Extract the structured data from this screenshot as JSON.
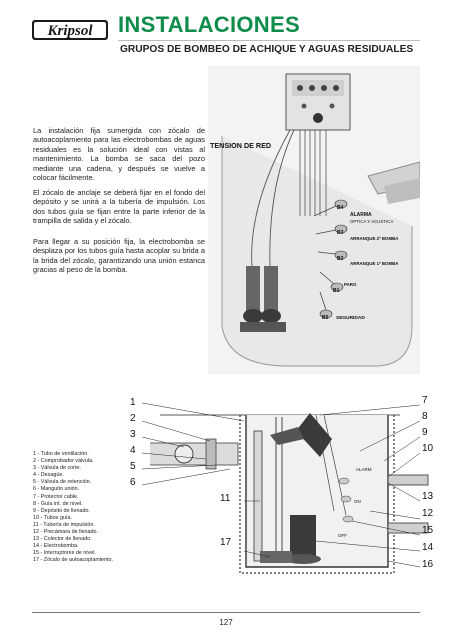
{
  "brand": {
    "logo_text": "Kripsol"
  },
  "header": {
    "title": "INSTALACIONES",
    "subtitle": "GRUPOS DE BOMBEO DE ACHIQUE Y AGUAS RESIDUALES"
  },
  "body": {
    "paragraphs": [
      "La instalación fija sumergida con zócalo de autoacoplamiento para las electrobombas de aguas residuales es la solución ideal con vistas al mantenimiento. La bomba se saca del pozo mediante una cadena, y después se vuelve a colocar fácilmente.",
      "El zócalo de anclaje se deberá fijar en el fondo del depósito y se unirá a la tubería de impulsión. Los dos tubos guía se fijan entre la parte inferior de la trampilla de salida y el zócalo.",
      "Para llegar a su posición fija, la electrobomba se desplaza por los tubos guía hasta acoplar su brida a la brida del zócalo, garantizando una unión estanca gracias al peso de la bomba."
    ]
  },
  "photo": {
    "labels": {
      "tension": "TENSION DE RED",
      "alarma": "ALARMA",
      "alarma_sub": "OPTICA Y ACUSTICA",
      "arr2": "ARRANQUE 2ª BOMBA",
      "arr1": "ARRANQUE 1ª BOMBA",
      "paro": "PARO",
      "seguridad": "SEGURIDAD",
      "b4": "B4",
      "b3": "B3",
      "b2": "B2",
      "b1": "B1",
      "b5": "B5"
    }
  },
  "legend": {
    "items": [
      "1 - Tubo de ventilación.",
      "2 - Comprobador válvula.",
      "3 - Válvula de corte.",
      "4 - Desagüe.",
      "5 - Válvula de retención.",
      "6 - Manguito unión.",
      "7 - Protector cable.",
      "8 - Guía int. de nivel.",
      "9 - Depósito de llenado.",
      "10 - Tubos guía.",
      "11 - Tubería de impulsión.",
      "12 - Precámara de llenado.",
      "13 - Colector de llenado.",
      "14 - Electrobomba.",
      "15 - Interruptores de nivel.",
      "17 - Zócalo de autoacoplamiento."
    ]
  },
  "diagram": {
    "numbers_left": [
      "1",
      "2",
      "3",
      "4",
      "5",
      "6",
      "11",
      "17"
    ],
    "numbers_right": [
      "7",
      "8",
      "9",
      "10",
      "13",
      "12",
      "15",
      "14",
      "16"
    ],
    "inner": {
      "alarm": "ALARM",
      "on": "ON",
      "off": "OFF"
    }
  },
  "footer": {
    "page": "127"
  },
  "colors": {
    "title": "#0e8c4a"
  }
}
